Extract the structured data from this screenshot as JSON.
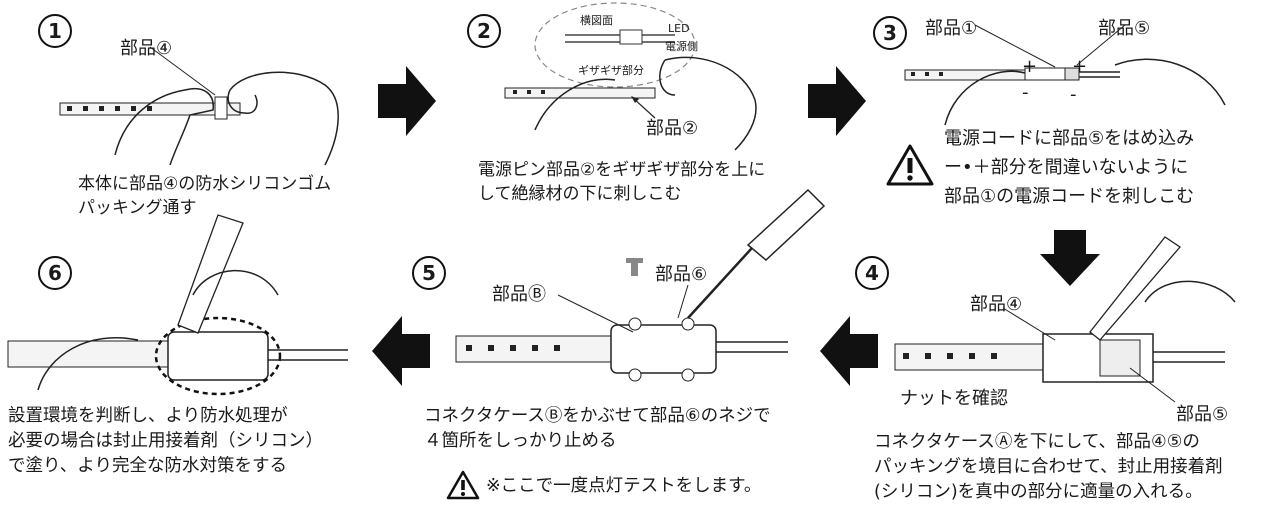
{
  "steps": [
    {
      "number": "1",
      "lines": [
        "本体に部品④の防水シリコンゴム",
        "パッキング通す"
      ],
      "labels": [
        "部品④"
      ]
    },
    {
      "number": "2",
      "lines": [
        "電源ピン部品②をギザギザ部分を上に",
        "して絶縁材の下に刺しこむ"
      ],
      "labels": [
        "部品②"
      ],
      "inset": {
        "title": "横図面",
        "led": "LED",
        "power_side": "電源側",
        "jagged": "ギザギザ部分"
      }
    },
    {
      "number": "3",
      "lines": [
        "電源コードに部品⑤をはめ込み",
        "ー•＋部分を間違いないように",
        "部品①の電源コードを刺しこむ"
      ],
      "labels": [
        "部品①",
        "部品⑤"
      ],
      "plus": "+",
      "minus": "-"
    },
    {
      "number": "4",
      "lines": [
        "コネクタケースⒶを下にして、部品④⑤の",
        "パッキングを境目に合わせて、封止用接着剤",
        "(シリコン)を真中の部分に適量の入れる。"
      ],
      "labels": [
        "部品④",
        "部品⑤",
        "ナットを確認"
      ]
    },
    {
      "number": "5",
      "lines": [
        "コネクタケースⒷをかぶせて部品⑥のネジで",
        "４箇所をしっかり止める"
      ],
      "labels": [
        "部品Ⓑ",
        "部品⑥"
      ],
      "note": "※ここで一度点灯テストをします。"
    },
    {
      "number": "6",
      "lines": [
        "設置環境を判断し、より防水処理が",
        "必要の場合は封止用接着剤（シリコン）",
        "で塗り、より完全な防水対策をする"
      ],
      "labels": []
    }
  ],
  "colors": {
    "ink": "#1a1a1a",
    "arrow": "#111111",
    "strip": "#f4f4f4"
  }
}
